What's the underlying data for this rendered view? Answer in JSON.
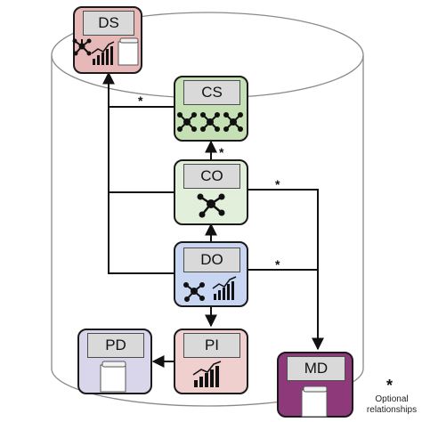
{
  "nodes": {
    "ds": {
      "label": "DS",
      "fill": "#e6b9b8",
      "border": "#1a1a1a"
    },
    "cs": {
      "label": "CS",
      "fill": "#c5e0b4",
      "border": "#1a1a1a"
    },
    "co": {
      "label": "CO",
      "fill": "#e2efda",
      "border": "#1a1a1a"
    },
    "do": {
      "label": "DO",
      "fill": "#c9d6f2",
      "border": "#1a1a1a"
    },
    "pd": {
      "label": "PD",
      "fill": "#d9d5ea",
      "border": "#1a1a1a"
    },
    "pi": {
      "label": "PI",
      "fill": "#f0cfcf",
      "border": "#1a1a1a"
    },
    "md": {
      "label": "MD",
      "fill": "#8e3a7a",
      "border": "#1a1a1a"
    }
  },
  "relationship_marker": "*",
  "legend": {
    "marker": "*",
    "text": "Optional relationships"
  },
  "icons": [
    "molecule-icon",
    "chart-icon",
    "document-icon"
  ]
}
